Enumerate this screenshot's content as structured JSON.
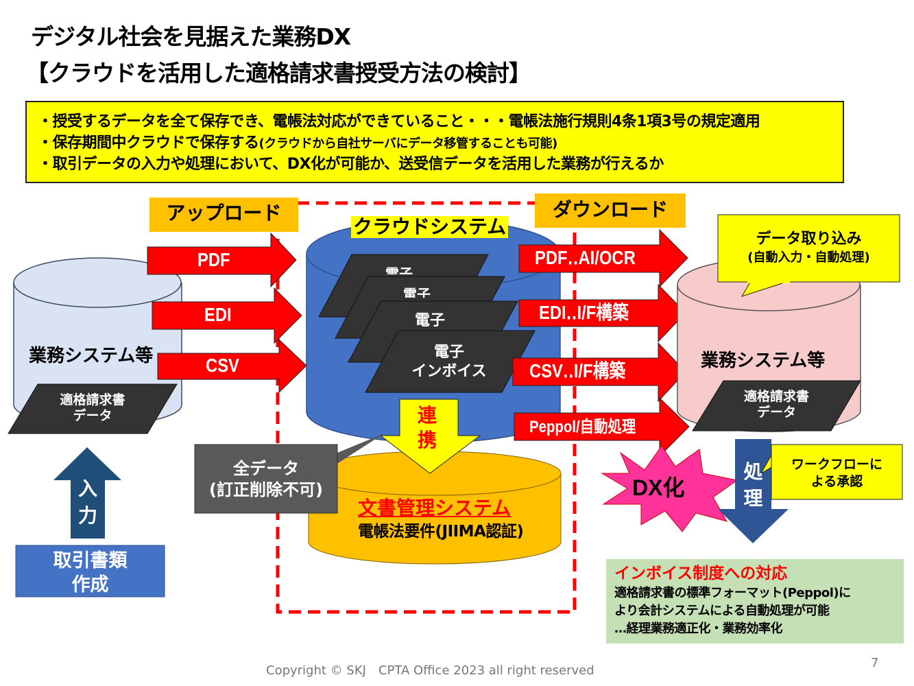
{
  "title": {
    "line1": "デジタル社会を見据えた業務DX",
    "line2": "【クラウドを活用した適格請求書授受方法の検討】"
  },
  "requirements": {
    "line1": "・授受するデータを全て保存でき、電帳法対応ができていること・・・電帳法施行規則4条1項3号の規定適用",
    "line2_main": "・保存期間中クラウドで保存する",
    "line2_note": "(クラウドから自社サーバにデータ移管することも可能)",
    "line3": "・取引データの入力や処理において、DX化が可能か、送受信データを活用した業務が行えるか"
  },
  "upload": {
    "label": "アップロード",
    "arrows": [
      "PDF",
      "EDI",
      "CSV"
    ]
  },
  "download": {
    "label": "ダウンロード",
    "arrows": [
      "PDF‥AI/OCR",
      "EDI‥I/F構築",
      "CSV‥I/F構築",
      "Peppol/自動処理"
    ]
  },
  "left_system": {
    "label": "業務システム等",
    "doc_line1": "適格請求書",
    "doc_line2": "データ",
    "input_arrow": "入\n力",
    "input_line1": "入",
    "input_line2": "力",
    "source_line1": "取引書類",
    "source_line2": "作成"
  },
  "cloud": {
    "label": "クラウドシステム",
    "docs": [
      "電子",
      "電子",
      "電子"
    ],
    "front_doc_line1": "電子",
    "front_doc_line2": "インボイス",
    "link_line1": "連",
    "link_line2": "携",
    "all_data_line1": "全データ",
    "all_data_line2": "(訂正削除不可)"
  },
  "dms": {
    "title": "文書管理システム",
    "subtitle": "電帳法要件(JIIMA認証)"
  },
  "right_system": {
    "label": "業務システム等",
    "doc_line1": "適格請求書",
    "doc_line2": "データ",
    "import_line1": "データ取り込み",
    "import_line2": "(自動入力・自動処理)",
    "dx": "DX化",
    "process_line1": "処",
    "process_line2": "理",
    "workflow_line1": "ワークフローに",
    "workflow_line2": "よる承認"
  },
  "invoice_box": {
    "title": "インボイス制度への対応",
    "line1": "適格請求書の標準フォーマット(Peppol)に",
    "line2": "より会計システムによる自動処理が可能",
    "line3": "…経理業務適正化・業務効率化"
  },
  "footer": {
    "copyright": "Copyright © SKJ　CPTA Office 2023 all right reserved",
    "page": "7"
  },
  "colors": {
    "yellow": "#FFFF00",
    "orange": "#FFC000",
    "red": "#FF0000",
    "blue": "#4472C4",
    "dark_blue": "#2F5597",
    "light_blue": "#DAE3F3",
    "pink": "#F8CBCB",
    "magenta": "#FF3399",
    "green": "#C5E0B4",
    "doc_dark": "#333333"
  }
}
